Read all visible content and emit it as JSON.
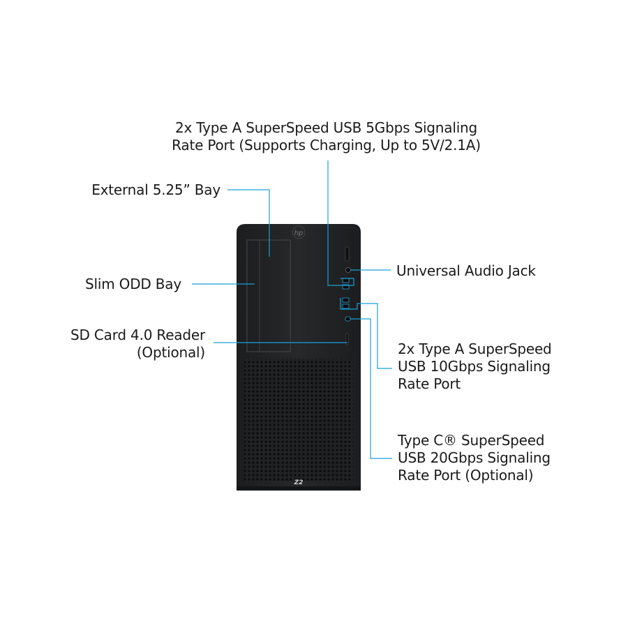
{
  "colors": {
    "callout_line": "#1aa0d8",
    "tower_body": "#232527",
    "tower_edge": "#2e3033",
    "port_accent": "#2a9fd6",
    "text": "#1a1a1a"
  },
  "brand": {
    "top_logo": "hp-logo",
    "bottom_badge": "Z2"
  },
  "callouts": {
    "usb_5gbps": {
      "lines": [
        "2x Type A SuperSpeed USB 5Gbps Signaling",
        "Rate Port (Supports Charging, Up to 5V/2.1A)"
      ]
    },
    "external_bay": {
      "lines": [
        "External 5.25” Bay"
      ]
    },
    "slim_odd": {
      "lines": [
        "Slim ODD Bay"
      ]
    },
    "sd_card": {
      "lines": [
        "SD Card 4.0 Reader",
        "(Optional)"
      ]
    },
    "audio_jack": {
      "lines": [
        "Universal Audio Jack"
      ]
    },
    "usb_10gbps": {
      "lines": [
        "2x Type A SuperSpeed",
        "USB 10Gbps Signaling",
        "Rate Port"
      ]
    },
    "usb_c": {
      "lines": [
        "Type C® SuperSpeed",
        "USB 20Gbps Signaling",
        "Rate Port (Optional)"
      ]
    }
  }
}
